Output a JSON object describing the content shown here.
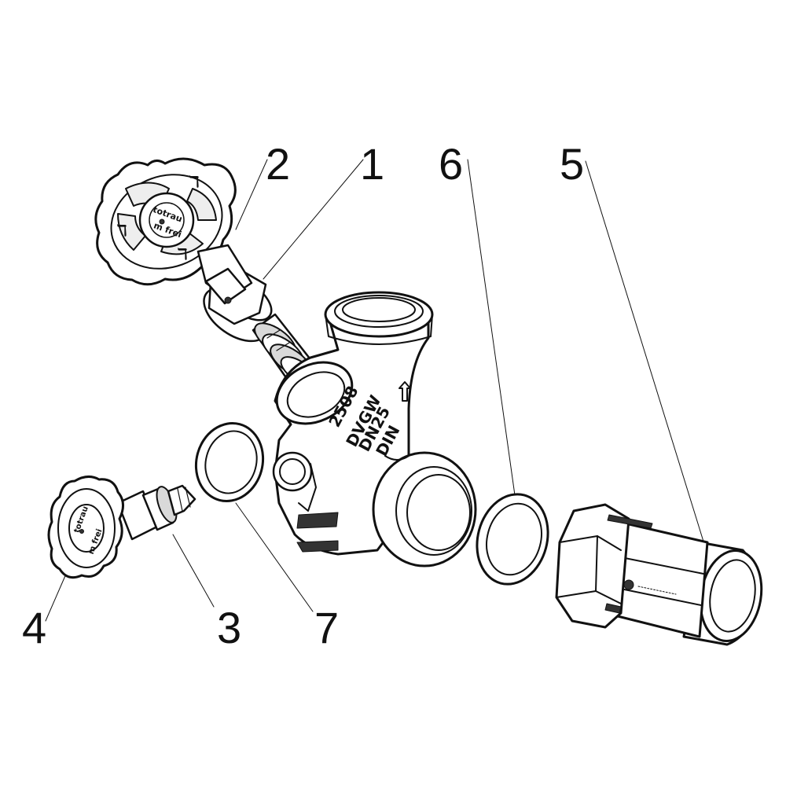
{
  "diagram": {
    "callouts": [
      {
        "id": "1",
        "label": "1"
      },
      {
        "id": "2",
        "label": "2"
      },
      {
        "id": "3",
        "label": "3"
      },
      {
        "id": "4",
        "label": "4"
      },
      {
        "id": "5",
        "label": "5"
      },
      {
        "id": "6",
        "label": "6"
      },
      {
        "id": "7",
        "label": "7"
      }
    ],
    "markings": {
      "handwheel_text_top": "totrau",
      "handwheel_text_bottom": "m frei",
      "body_code": "2508",
      "body_dvgw": "DVGW",
      "body_dn": "DN25",
      "body_din": "DIN"
    }
  }
}
